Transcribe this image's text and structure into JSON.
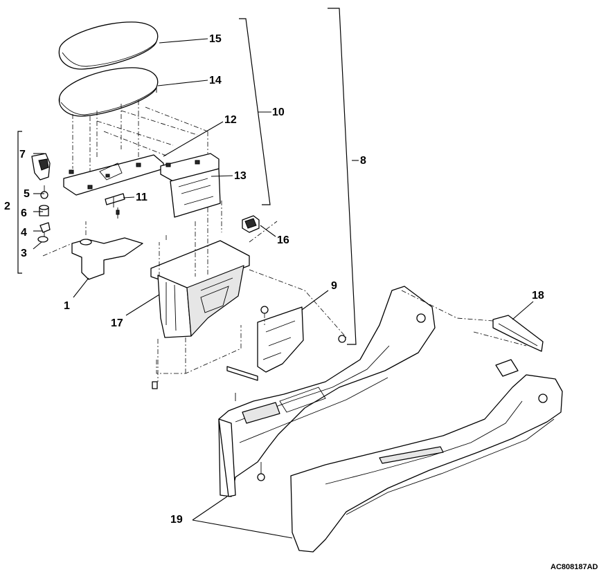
{
  "figure_code": "AC808187AD",
  "callouts": [
    "1",
    "2",
    "3",
    "4",
    "5",
    "6",
    "7",
    "8",
    "9",
    "10",
    "11",
    "12",
    "13",
    "14",
    "15",
    "16",
    "17",
    "18",
    "19"
  ]
}
